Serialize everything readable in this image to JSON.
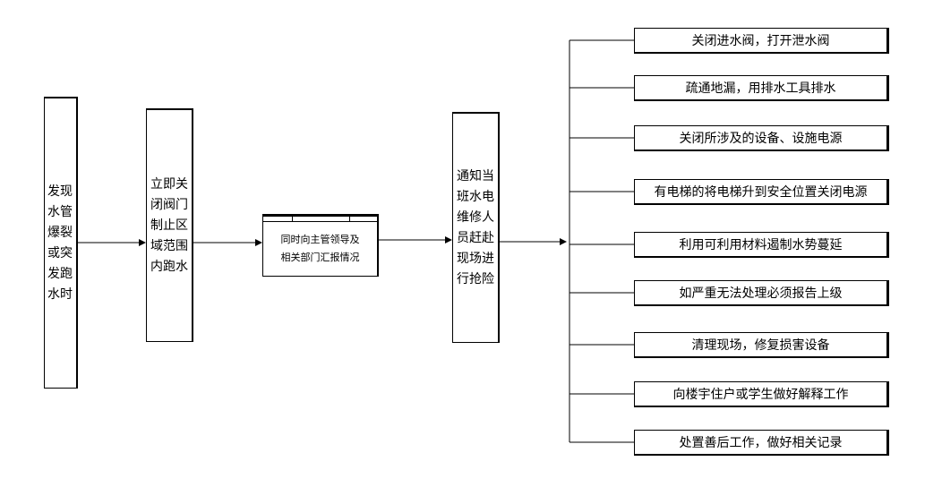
{
  "nodes": {
    "discover": "发现水管爆裂或突发跑水时",
    "close_valve": "立即关闭阀门制止区域范围内跑水",
    "report": [
      "同时向主管领导及",
      "相关部门汇报情况"
    ],
    "notify": "通知当班水电维修人员赶赴现场进行抢险"
  },
  "actions": [
    "关闭进水阀，打开泄水阀",
    "疏通地漏，用排水工具排水",
    "关闭所涉及的设备、设施电源",
    "有电梯的将电梯升到安全位置关闭电源",
    "利用可利用材料遏制水势蔓延",
    "如严重无法处理必须报告上级",
    "清理现场，修复损害设备",
    "向楼宇住户或学生做好解释工作",
    "处置善后工作，做好相关记录"
  ]
}
